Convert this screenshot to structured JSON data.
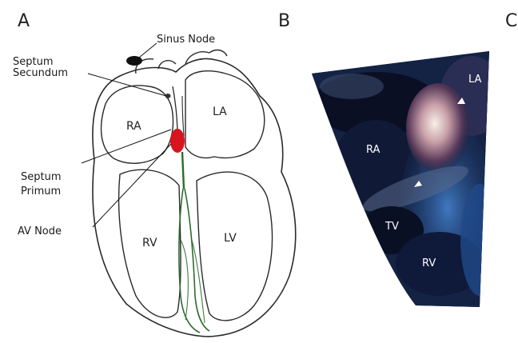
{
  "panels": {
    "a": "A",
    "b": "B",
    "c": "C"
  },
  "diagram": {
    "labels": {
      "sinus_node": "Sinus Node",
      "septum_secundum_1": "Septum",
      "septum_secundum_2": "Secundum",
      "septum_primum_1": "Septum",
      "septum_primum_2": "Primum",
      "av_node": "AV Node"
    },
    "chambers": {
      "ra": "RA",
      "la": "LA",
      "rv": "RV",
      "lv": "LV"
    }
  },
  "echo": {
    "labels": {
      "la": "LA",
      "ra": "RA",
      "tv": "TV",
      "rv": "RV"
    }
  },
  "colors": {
    "outline": "#2a2a2a",
    "conduction": "#2f6b2f",
    "av_node": "#d8141e",
    "sinus_node": "#111111",
    "echo_dark": "#0c1630",
    "echo_blue": "#2c5a9a"
  }
}
